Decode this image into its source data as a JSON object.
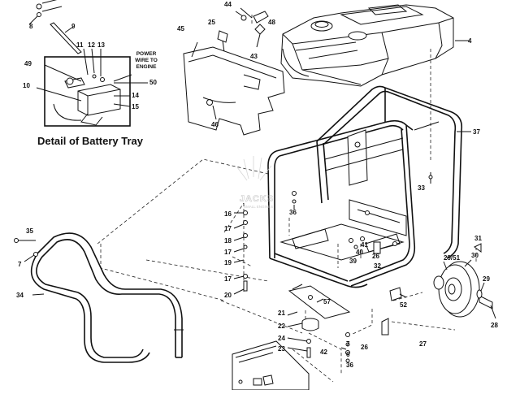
{
  "detail_title": "Detail of Battery Tray",
  "power_wire": [
    "POWER",
    "WIRE TO",
    "ENGINE"
  ],
  "watermark": {
    "name": "JACKS",
    "tagline": "SMALL ENGINES"
  },
  "callouts": [
    {
      "id": "c8",
      "text": "8"
    },
    {
      "id": "c9",
      "text": "9"
    },
    {
      "id": "c11",
      "text": "11"
    },
    {
      "id": "c12",
      "text": "12"
    },
    {
      "id": "c13",
      "text": "13"
    },
    {
      "id": "c49",
      "text": "49"
    },
    {
      "id": "c10",
      "text": "10"
    },
    {
      "id": "c50",
      "text": "50"
    },
    {
      "id": "c14",
      "text": "14"
    },
    {
      "id": "c15",
      "text": "15"
    },
    {
      "id": "c44",
      "text": "44"
    },
    {
      "id": "c48",
      "text": "48"
    },
    {
      "id": "c25",
      "text": "25"
    },
    {
      "id": "c45",
      "text": "45"
    },
    {
      "id": "c43",
      "text": "43"
    },
    {
      "id": "c46",
      "text": "46"
    },
    {
      "id": "c4",
      "text": "4"
    },
    {
      "id": "c37",
      "text": "37"
    },
    {
      "id": "c33",
      "text": "33"
    },
    {
      "id": "c16",
      "text": "16"
    },
    {
      "id": "c36a",
      "text": "36"
    },
    {
      "id": "c17a",
      "text": "17"
    },
    {
      "id": "c18",
      "text": "18"
    },
    {
      "id": "c17b",
      "text": "17"
    },
    {
      "id": "c19",
      "text": "19"
    },
    {
      "id": "c17c",
      "text": "17"
    },
    {
      "id": "c20",
      "text": "20"
    },
    {
      "id": "c35",
      "text": "35"
    },
    {
      "id": "c7a",
      "text": "7"
    },
    {
      "id": "c34",
      "text": "34"
    },
    {
      "id": "c41",
      "text": "41"
    },
    {
      "id": "c40",
      "text": "40"
    },
    {
      "id": "c39",
      "text": "39"
    },
    {
      "id": "c26a",
      "text": "26"
    },
    {
      "id": "c32",
      "text": "32"
    },
    {
      "id": "c31",
      "text": "31"
    },
    {
      "id": "c2951",
      "text": "29/51"
    },
    {
      "id": "c30",
      "text": "30"
    },
    {
      "id": "c29",
      "text": "29"
    },
    {
      "id": "c28",
      "text": "28"
    },
    {
      "id": "c52",
      "text": "52"
    },
    {
      "id": "c57",
      "text": "57"
    },
    {
      "id": "c21",
      "text": "21"
    },
    {
      "id": "c22",
      "text": "22"
    },
    {
      "id": "c24",
      "text": "24"
    },
    {
      "id": "c23",
      "text": "23"
    },
    {
      "id": "c42",
      "text": "42"
    },
    {
      "id": "c7b",
      "text": "7"
    },
    {
      "id": "c6",
      "text": "6"
    },
    {
      "id": "c36b",
      "text": "36"
    },
    {
      "id": "c26b",
      "text": "26"
    },
    {
      "id": "c27",
      "text": "27"
    }
  ]
}
